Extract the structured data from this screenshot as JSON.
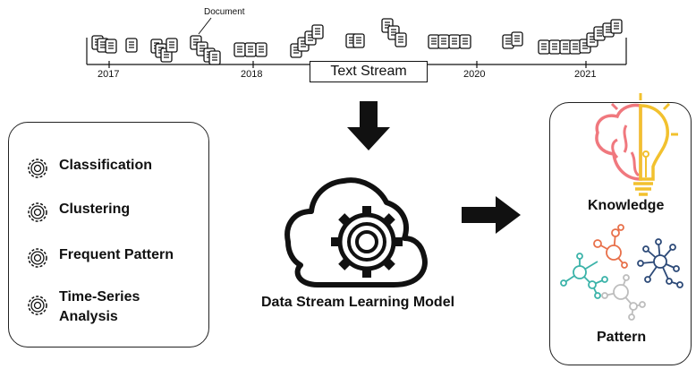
{
  "stream": {
    "doc_label": "Document",
    "label": "Text Stream",
    "years": [
      "2017",
      "2018",
      "2020",
      "2021"
    ]
  },
  "tasks": [
    {
      "label": "Classification"
    },
    {
      "label": "Clustering"
    },
    {
      "label": "Frequent Pattern"
    },
    {
      "label": "Time-Series Analysis"
    }
  ],
  "model": {
    "label": "Data Stream Learning Model"
  },
  "outputs": {
    "knowledge": "Knowledge",
    "pattern": "Pattern"
  },
  "colors": {
    "brain": "#f0787e",
    "bulb": "#f2c12e",
    "net_orange": "#e8704a",
    "net_teal": "#3bb3a9",
    "net_navy": "#2d4a78",
    "net_gray": "#bdbdbd"
  }
}
